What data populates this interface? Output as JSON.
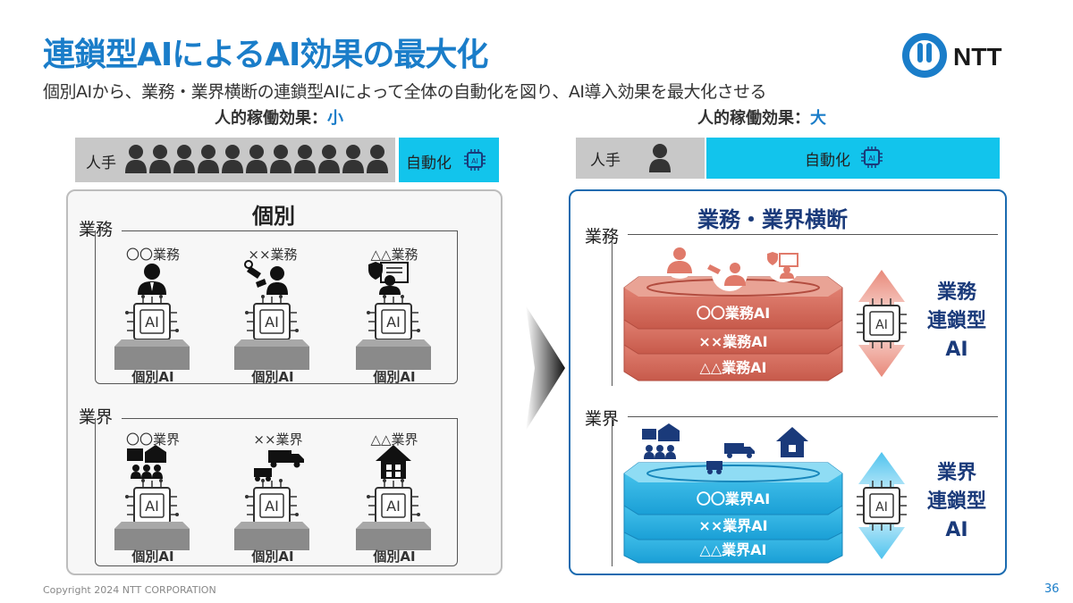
{
  "title": "連鎖型AIによるAI効果の最大化",
  "subtitle": "個別AIから、業務・業界横断の連鎖型AIによって全体の自動化を図り、AI導入効果を最大化させる",
  "logo_text": "NTT",
  "left": {
    "effect_prefix": "人的稼働効果：",
    "effect_value": "小",
    "manual_label": "人手",
    "auto_label": "自動化",
    "panel_title": "個別",
    "ops_label": "業務",
    "industry_label": "業界",
    "ops_items": [
      "〇〇業務",
      "××業務",
      "△△業務"
    ],
    "industry_items": [
      "〇〇業界",
      "××業界",
      "△△業界"
    ],
    "indiv_label": "個別AI",
    "chip_label": "AI"
  },
  "right": {
    "effect_prefix": "人的稼働効果：",
    "effect_value": "大",
    "manual_label": "人手",
    "auto_label": "自動化",
    "panel_title": "業務・業界横断",
    "ops_label": "業務",
    "industry_label": "業界",
    "ops_layers": [
      "〇〇業務AI",
      "××業務AI",
      "△△業務AI"
    ],
    "industry_layers": [
      "〇〇業界AI",
      "××業界AI",
      "△△業界AI"
    ],
    "ops_chain": [
      "業務",
      "連鎖型",
      "AI"
    ],
    "industry_chain": [
      "業界",
      "連鎖型",
      "AI"
    ],
    "chip_label": "AI"
  },
  "colors": {
    "title_blue": "#1a7dc9",
    "cyan": "#12c4ec",
    "salmon": "#e07a6a",
    "sky": "#2cb6e6",
    "navy": "#1a3a7a"
  },
  "footer": "Copyright 2024 NTT CORPORATION",
  "page_number": "36"
}
